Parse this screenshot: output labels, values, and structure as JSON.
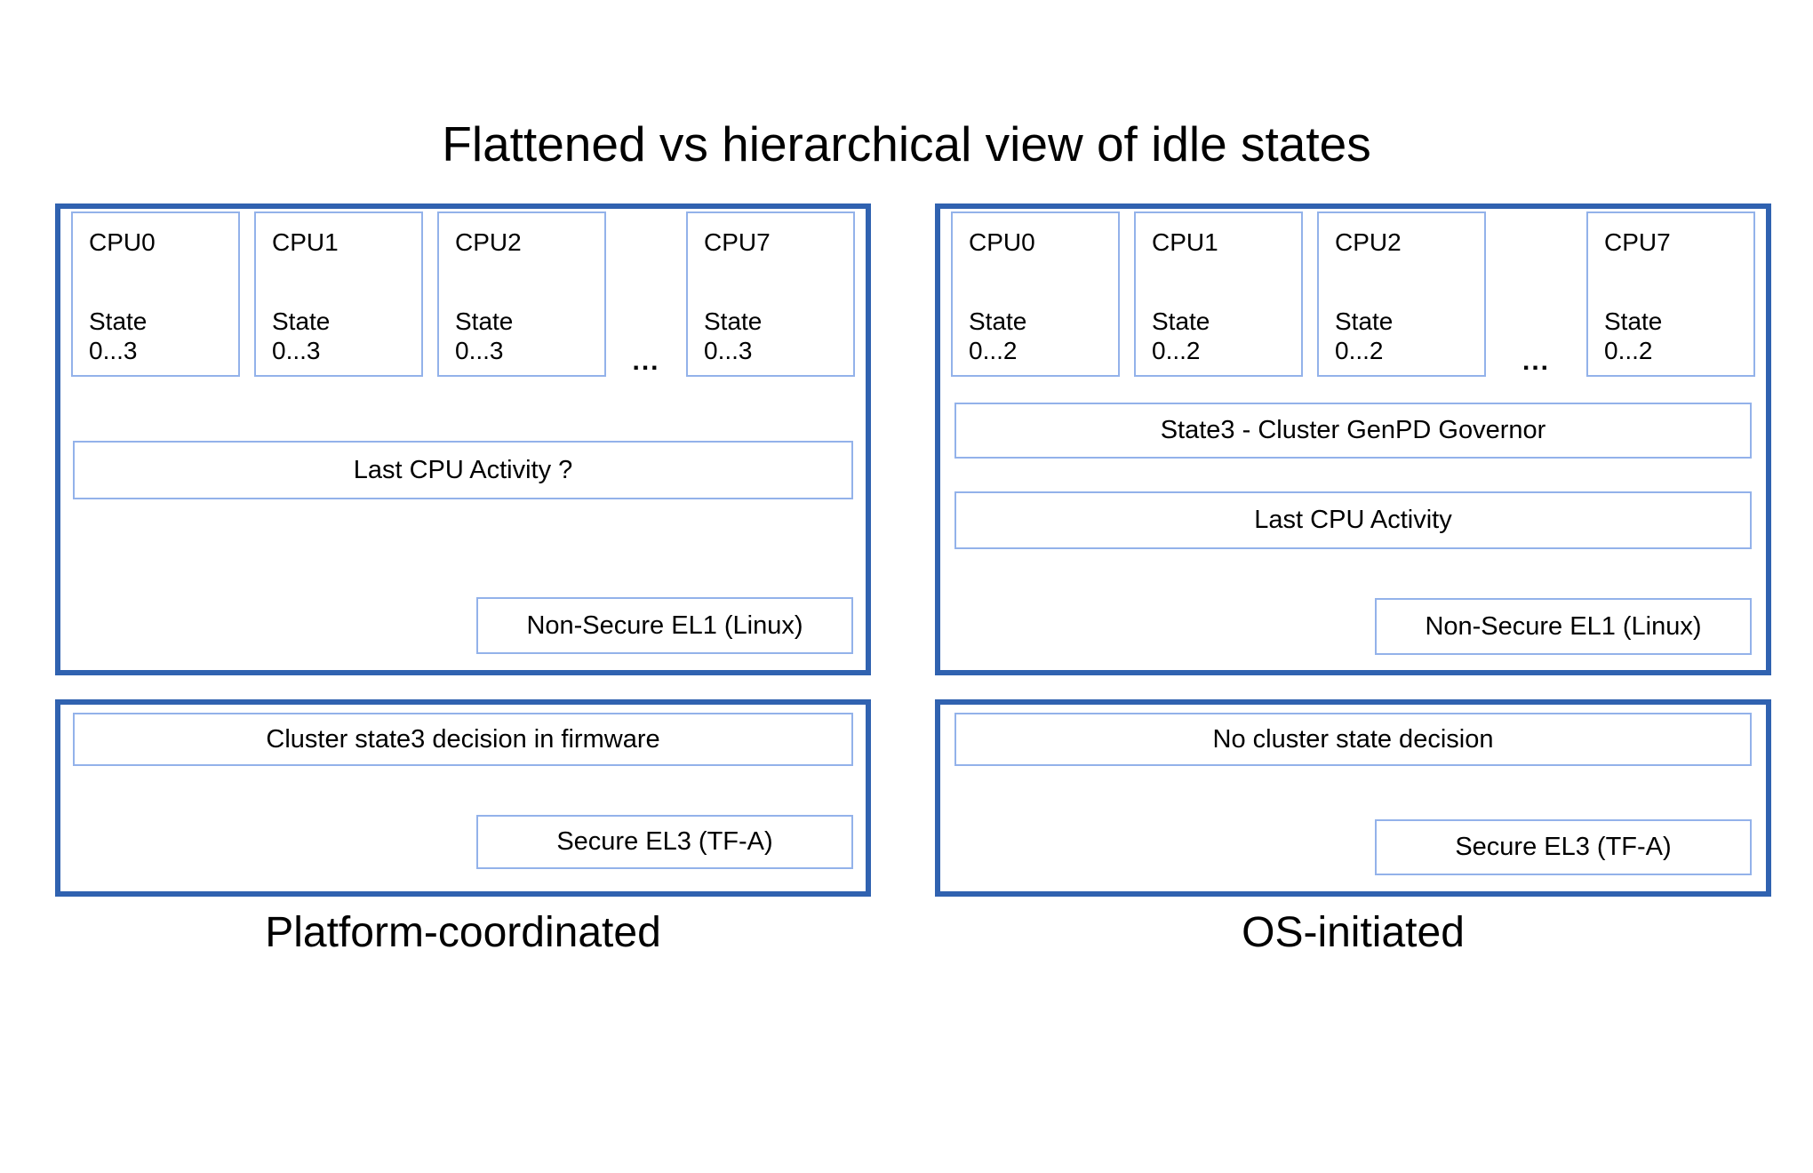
{
  "title": "Flattened vs hierarchical view of idle states",
  "ellipsis": "...",
  "left_panel": {
    "caption": "Platform-coordinated",
    "cpus": [
      {
        "name": "CPU0",
        "state_label": "State",
        "state_range": "0...3"
      },
      {
        "name": "CPU1",
        "state_label": "State",
        "state_range": "0...3"
      },
      {
        "name": "CPU2",
        "state_label": "State",
        "state_range": "0...3"
      },
      {
        "name": "CPU7",
        "state_label": "State",
        "state_range": "0...3"
      }
    ],
    "last_cpu_activity": "Last CPU Activity ?",
    "non_secure_el1": "Non-Secure EL1 (Linux)",
    "firmware_decision": "Cluster state3 decision in firmware",
    "secure_el3": "Secure EL3 (TF-A)"
  },
  "right_panel": {
    "caption": "OS-initiated",
    "cpus": [
      {
        "name": "CPU0",
        "state_label": "State",
        "state_range": "0...2"
      },
      {
        "name": "CPU1",
        "state_label": "State",
        "state_range": "0...2"
      },
      {
        "name": "CPU2",
        "state_label": "State",
        "state_range": "0...2"
      },
      {
        "name": "CPU7",
        "state_label": "State",
        "state_range": "0...2"
      }
    ],
    "cluster_governor": "State3 - Cluster GenPD Governor",
    "last_cpu_activity": "Last CPU Activity",
    "non_secure_el1": "Non-Secure EL1 (Linux)",
    "firmware_decision": "No cluster state decision",
    "secure_el3": "Secure EL3 (TF-A)"
  },
  "colors": {
    "outer_border": "#3062b0",
    "inner_border": "#93b2ea"
  }
}
